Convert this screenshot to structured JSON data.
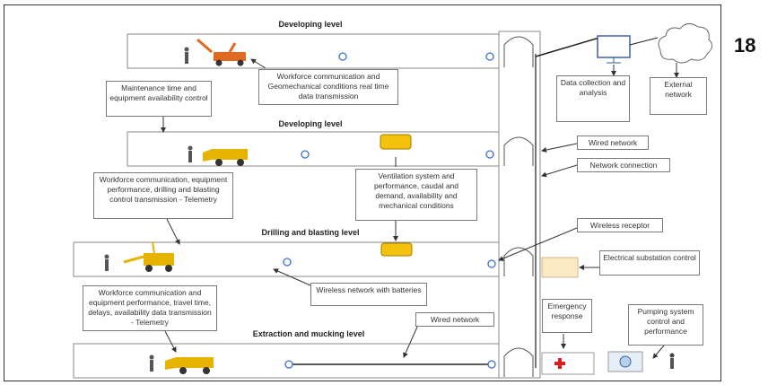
{
  "page_number": "18",
  "levels": {
    "level1": "Developing level",
    "level2": "Developing level",
    "level3": "Drilling and blasting level",
    "level4": "Extraction and mucking level"
  },
  "callouts": {
    "workforce_geomech": "Workforce communication and Geomechanical conditions real time data transmission",
    "maintenance": "Maintenance time and equipment availability control",
    "workforce_drilling": "Workforce communication, equipment performance, drilling and blasting control transmission - Telemetry",
    "ventilation": "Ventilation system and performance, caudal and demand, availability and mechanical conditions",
    "wireless_network": "Wireless network with batteries",
    "workforce_travel": "Workforce communication and equipment performance, travel time, delays, availability data transmission - Telemetry",
    "wired_network_bottom": "Wired network",
    "data_collection": "Data collection and analysis",
    "external_network": "External network",
    "wired_network_right": "Wired network",
    "network_connection": "Network connection",
    "wireless_receptor": "Wireless receptor",
    "electrical_substation": "Electrical substation control",
    "emergency_response": "Emergency response",
    "pumping_system": "Pumping system control and performance"
  },
  "colors": {
    "ventilation_fill": "#f4c20d",
    "substation_fill": "#fbe9c5",
    "emergency_red": "#e02020",
    "equipment_yellow": "#e6b400",
    "drill_orange": "#e06a20",
    "node_blue": "#3b6fd6"
  }
}
